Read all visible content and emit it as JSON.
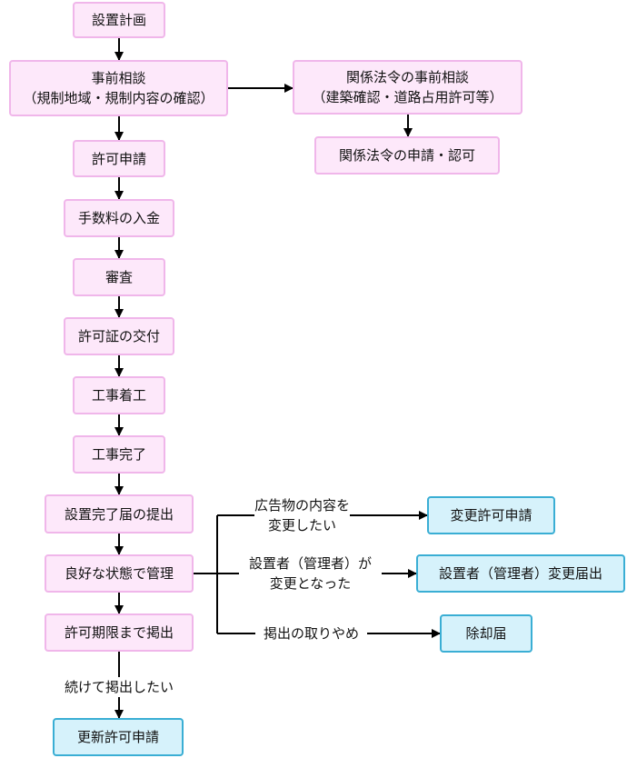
{
  "flow": {
    "planning": "設置計画",
    "pre_consult": {
      "line1": "事前相談",
      "line2": "（規制地域・規制内容の確認）"
    },
    "related_consult": {
      "line1": "関係法令の事前相談",
      "line2": "（建築確認・道路占用許可等）"
    },
    "related_apply": "関係法令の申請・認可",
    "apply": "許可申請",
    "fee": "手数料の入金",
    "review": "審査",
    "permit_issue": "許可証の交付",
    "construction_start": "工事着工",
    "construction_done": "工事完了",
    "completion_report": "設置完了届の提出",
    "maintenance": "良好な状態で管理",
    "post_until_expiry": "許可期限まで掲出",
    "renewal": "更新許可申請",
    "change_apply": "変更許可申請",
    "owner_change_report": "設置者（管理者）変更届出",
    "removal_report": "除却届"
  },
  "conditions": {
    "content_change": {
      "line1": "広告物の内容を",
      "line2": "変更したい"
    },
    "owner_change": {
      "line1": "設置者（管理者）が",
      "line2": "変更となった"
    },
    "removal": "掲出の取りやめ",
    "continue": "続けて掲出したい"
  }
}
